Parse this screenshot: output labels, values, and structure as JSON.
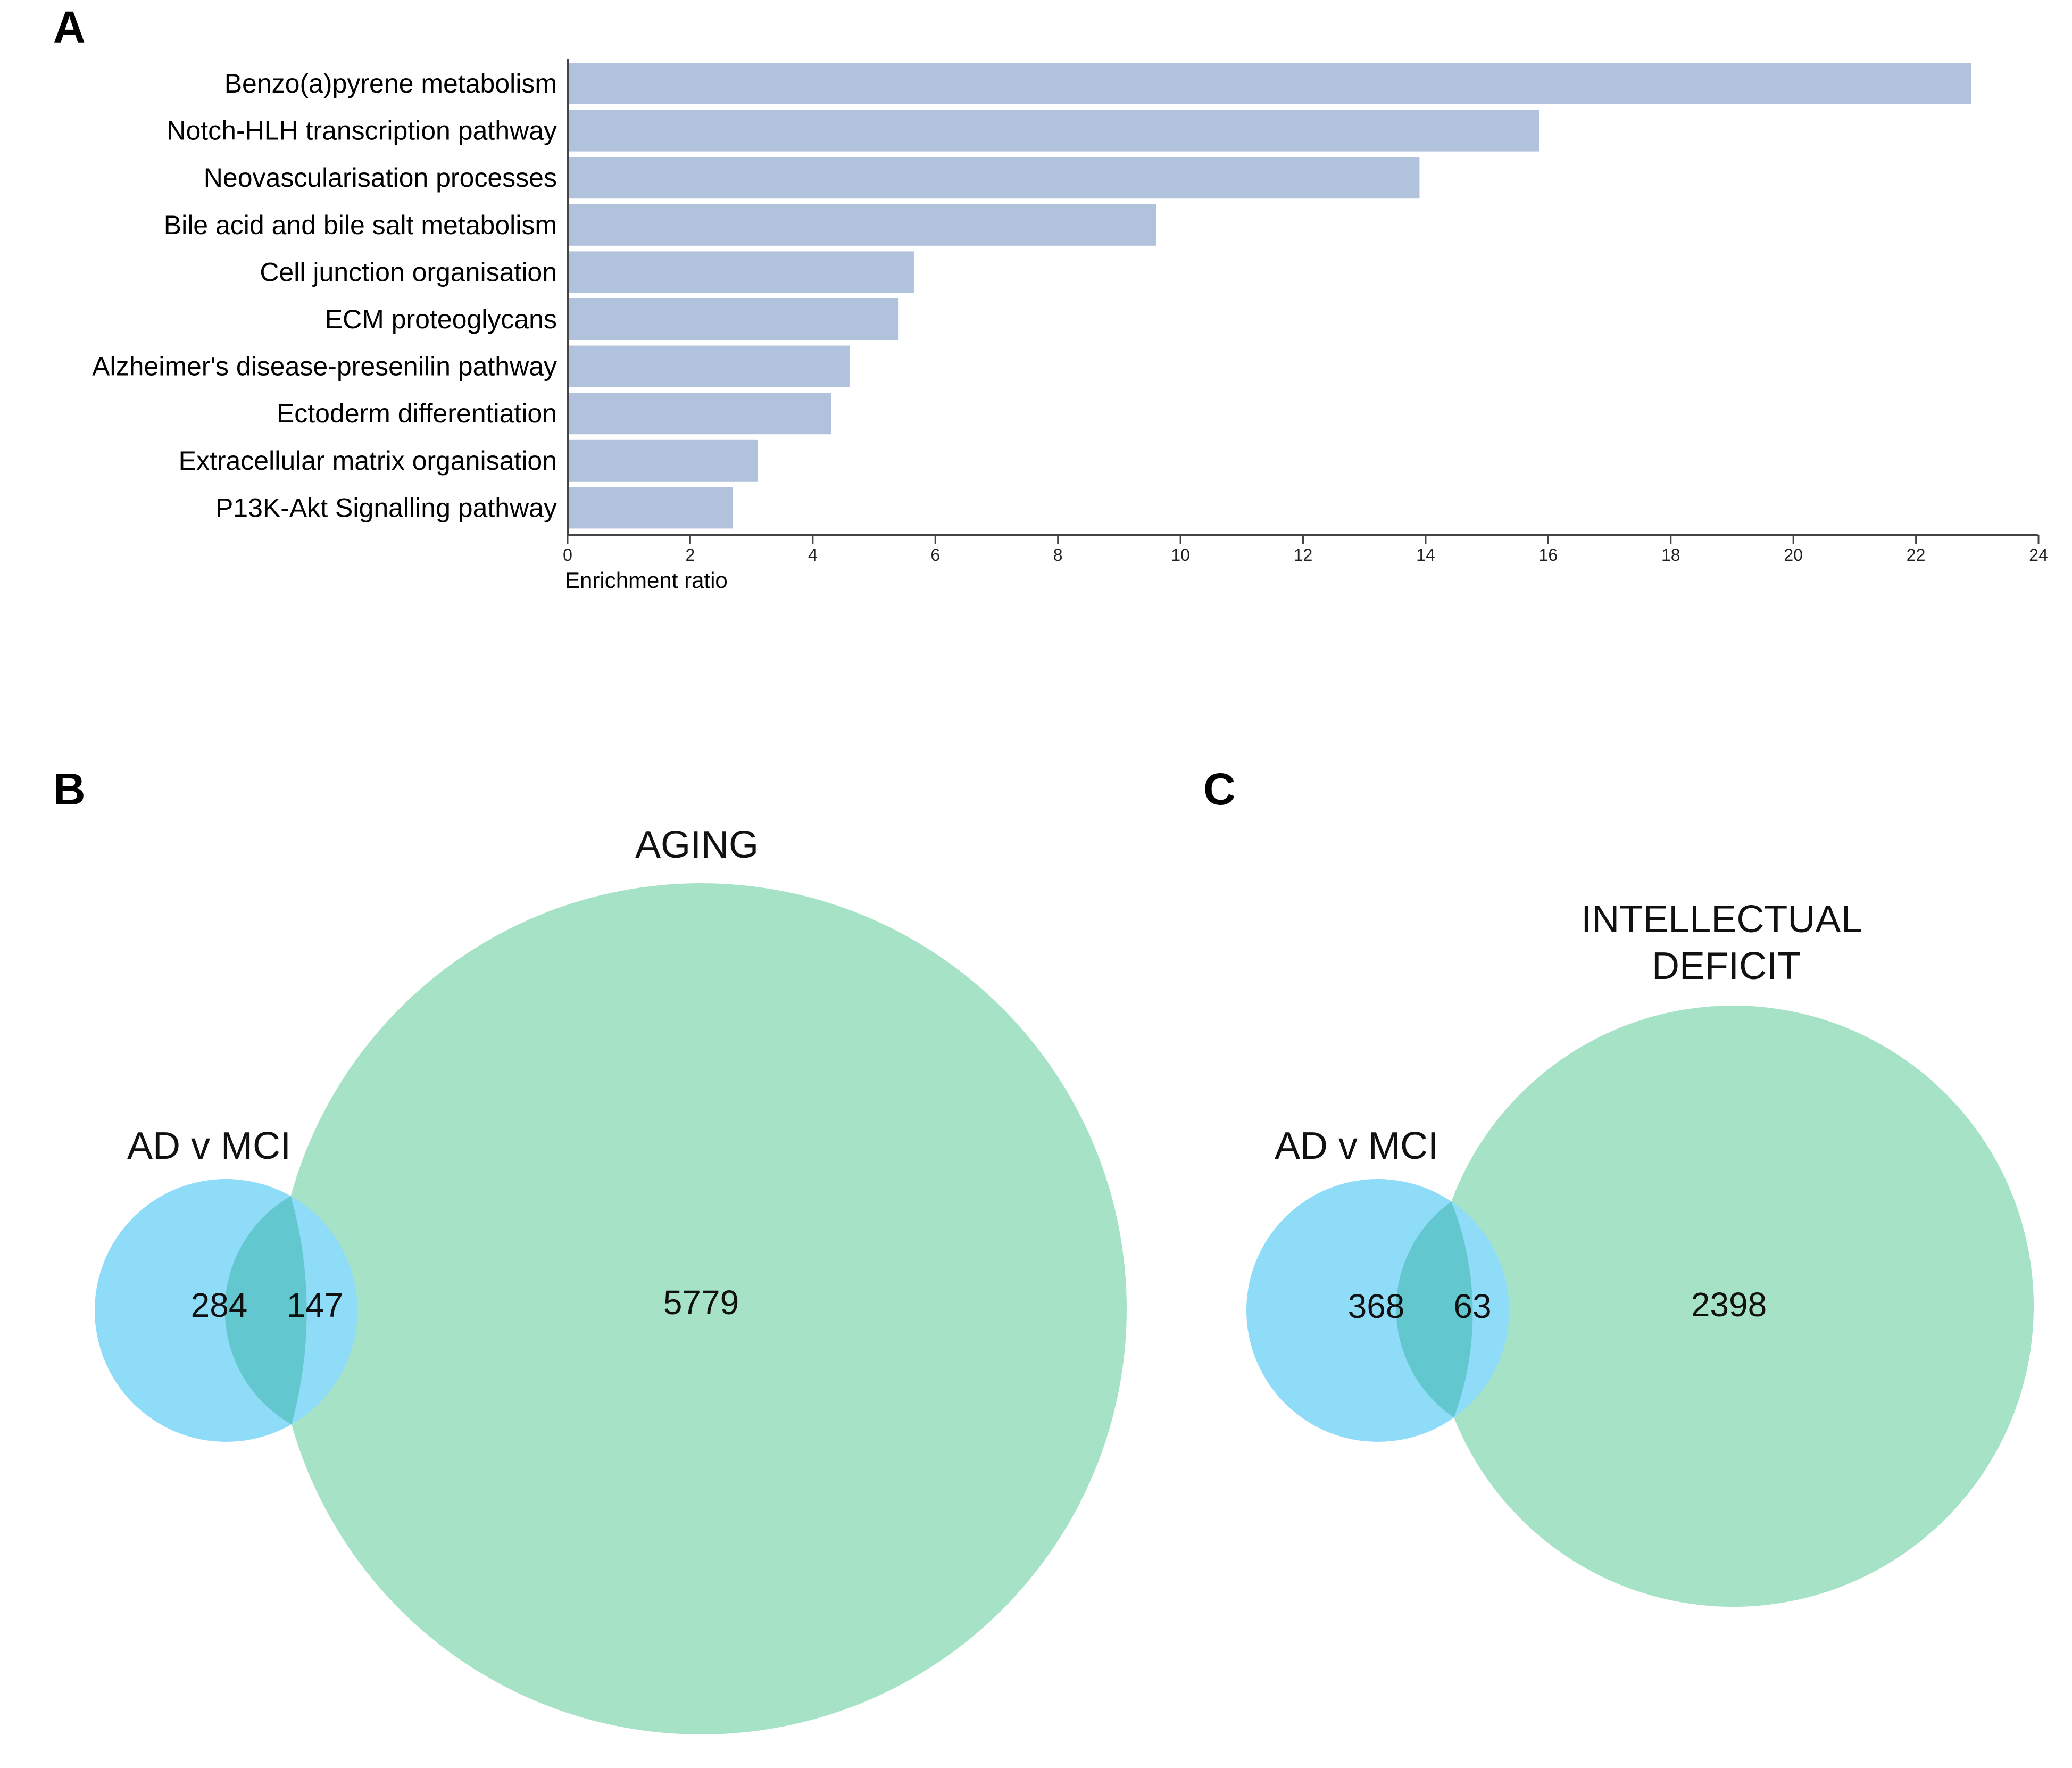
{
  "panels": {
    "a": "A",
    "b": "B",
    "c": "C"
  },
  "colors": {
    "bar": "#b0c2dc",
    "set_left": "#8fdcf8",
    "set_right": "#a6e2c6",
    "overlap": "#63c7cf",
    "axis": "#444444"
  },
  "chart_data": [
    {
      "type": "bar",
      "orientation": "horizontal",
      "categories": [
        "Benzo(a)pyrene metabolism",
        "Notch-HLH transcription pathway",
        "Neovascularisation processes",
        "Bile acid and bile salt metabolism",
        "Cell junction organisation",
        "ECM proteoglycans",
        "Alzheimer's disease-presenilin pathway",
        "Ectoderm differentiation",
        "Extracellular matrix organisation",
        "P13K-Akt Signalling pathway"
      ],
      "values": [
        22.9,
        15.85,
        13.9,
        9.6,
        5.65,
        5.4,
        4.6,
        4.3,
        3.1,
        2.7
      ],
      "xlabel": "Enrichment ratio",
      "xlim": [
        0,
        24
      ],
      "xticks": [
        "0",
        "2",
        "4",
        "6",
        "8",
        "10",
        "12",
        "14",
        "16",
        "18",
        "20",
        "22",
        "24"
      ],
      "grid": false
    },
    {
      "type": "venn",
      "sets": [
        {
          "name": "AD v MCI",
          "only": "284"
        },
        {
          "name": "AGING",
          "only": "5779"
        }
      ],
      "overlap": "147"
    },
    {
      "type": "venn",
      "sets": [
        {
          "name": "AD v MCI",
          "only": "368"
        },
        {
          "name": "INTELLECTUAL DEFICIT",
          "name_lines": [
            "INTELLECTUAL",
            "DEFICIT"
          ],
          "only": "2398"
        }
      ],
      "overlap": "63"
    }
  ]
}
